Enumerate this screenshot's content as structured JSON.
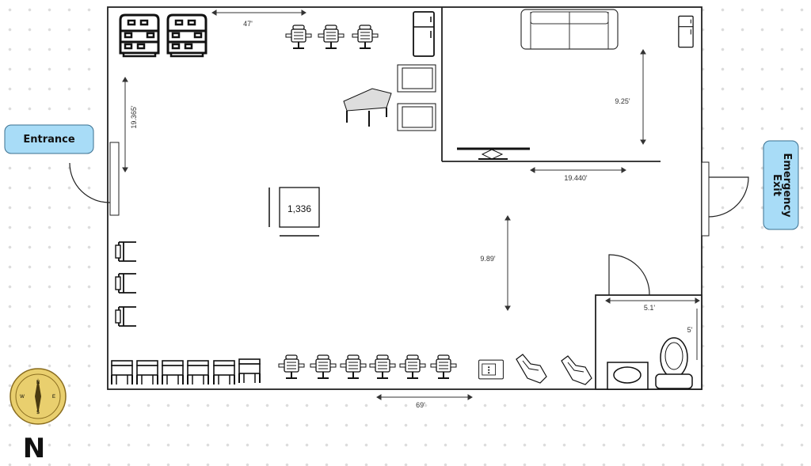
{
  "plan": {
    "entrance_label": "Entrance",
    "exit_label_line1": "Emergency",
    "exit_label_line2": "Exit",
    "north_label": "N",
    "compass_letters": {
      "n": "N",
      "s": "S",
      "e": "E",
      "w": "W"
    },
    "area_label": "1,336",
    "dimensions": {
      "top_width": "47'",
      "left_height": "19.365'",
      "lounge_height": "9.25'",
      "lounge_width": "19.440'",
      "main_height": "9.89'",
      "bath_width": "5.1'",
      "bath_height": "5'",
      "bottom_width": "69'"
    },
    "colors": {
      "label_fill": "#a8dcf7",
      "compass": "#e9cf6e",
      "wall": "#222222"
    }
  }
}
